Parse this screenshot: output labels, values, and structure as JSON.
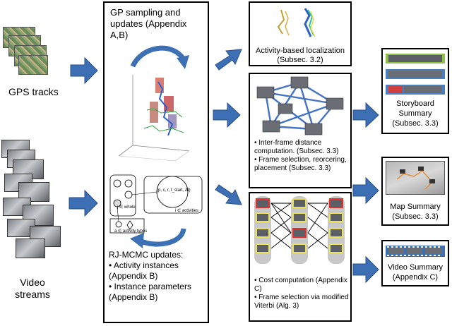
{
  "inputs": {
    "gps_label": "GPS tracks",
    "video_label_line1": "Video",
    "video_label_line2": "streams"
  },
  "center_box": {
    "title": "GP sampling and updates (Appendix A,B)",
    "rj_title": "RJ-MCMC updates:",
    "rj_bullets": [
      "Activity instances (Appendix B)",
      "Instance parameters (Appendix B)"
    ],
    "graph_labels": {
      "formula": "(p, c, r, t_start, Δt)",
      "left_caption": "j ∈ whole",
      "right_caption": "i ∈ activities",
      "bottom_caption": "a ∈ activity types"
    }
  },
  "localization": {
    "caption_line1": "Activity-based localization",
    "caption_line2": "(Subsec. 3.2)"
  },
  "distance_box": {
    "bullets": [
      "Inter-frame distance computation. (Subsec. 3.3)",
      "Frame selection, reorcering, placement (Subsec. 3.3)"
    ]
  },
  "cost_box": {
    "bullets": [
      "Cost computation (Appendix C)",
      "Frame selection via modified Viterbi (Alg. 3)"
    ]
  },
  "outputs": {
    "storyboard": [
      "Storyboard",
      "Summary",
      "(Subsec. 3.3)"
    ],
    "map": [
      "Map Summary",
      "(Subsec. 3.3)"
    ],
    "video": [
      "Video Summary",
      "(Appendix C)"
    ]
  },
  "colors": {
    "arrow": "#3d6fb5",
    "arrow_edge": "#2a4f86",
    "graph_edge": "#4472c4",
    "trellis_bg": "#c8c8c8",
    "highlight_red": "#e03030",
    "highlight_yellow": "#e8e060",
    "green_band": "#8fbf4a",
    "blue_band": "#4a7fc0",
    "red_band": "#d04040"
  }
}
